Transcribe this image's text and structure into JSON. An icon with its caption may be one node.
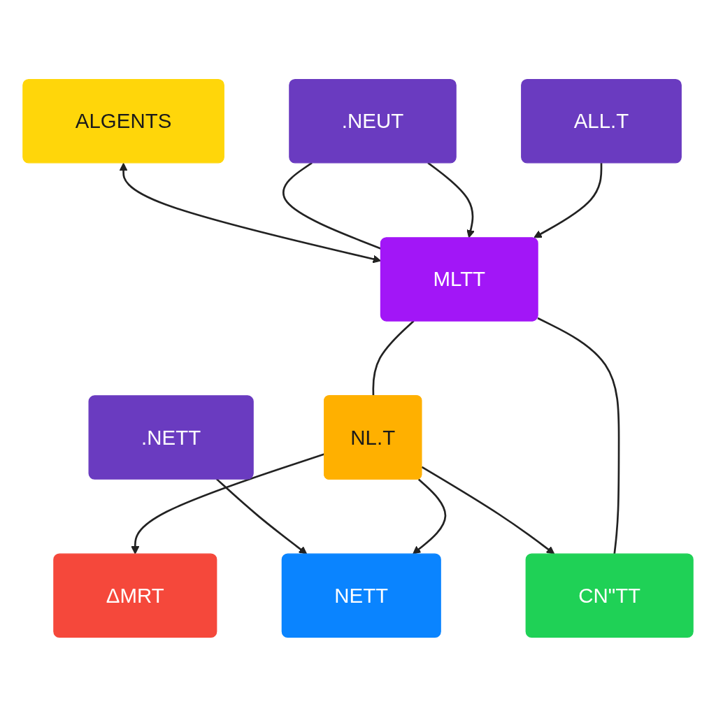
{
  "diagram": {
    "nodes": [
      {
        "text": [
          "ALL.T"
        ]
      },
      {
        "text": [
          ".NEUT"
        ]
      },
      {
        "text": [
          "MLTT"
        ]
      },
      {
        "text": [
          "ALGENTS"
        ]
      },
      {
        "text": [
          "NL.T"
        ]
      },
      {
        "text": [
          "ΔMRT"
        ]
      },
      {
        "text": [
          "CN\"TT"
        ]
      },
      {
        "text": [
          "NETT"
        ]
      },
      {
        "text": [
          ".NETT"
        ]
      }
    ],
    "edges": [
      {
        "from": 0,
        "to": 2,
        "arrow": "to"
      },
      {
        "from": 1,
        "to": 2,
        "arrow": "to"
      },
      {
        "from": 1,
        "to": 2,
        "arrow": "none"
      },
      {
        "from": 3,
        "to": 2,
        "arrow": "both"
      },
      {
        "from": 2,
        "to": 4,
        "arrow": "none"
      },
      {
        "from": 2,
        "to": 6,
        "arrow": "none"
      },
      {
        "from": 4,
        "to": 7,
        "arrow": "to"
      },
      {
        "from": 4,
        "to": 5,
        "arrow": "to"
      },
      {
        "from": 4,
        "to": 6,
        "arrow": "to"
      },
      {
        "from": 8,
        "to": 7,
        "arrow": "to"
      }
    ]
  }
}
